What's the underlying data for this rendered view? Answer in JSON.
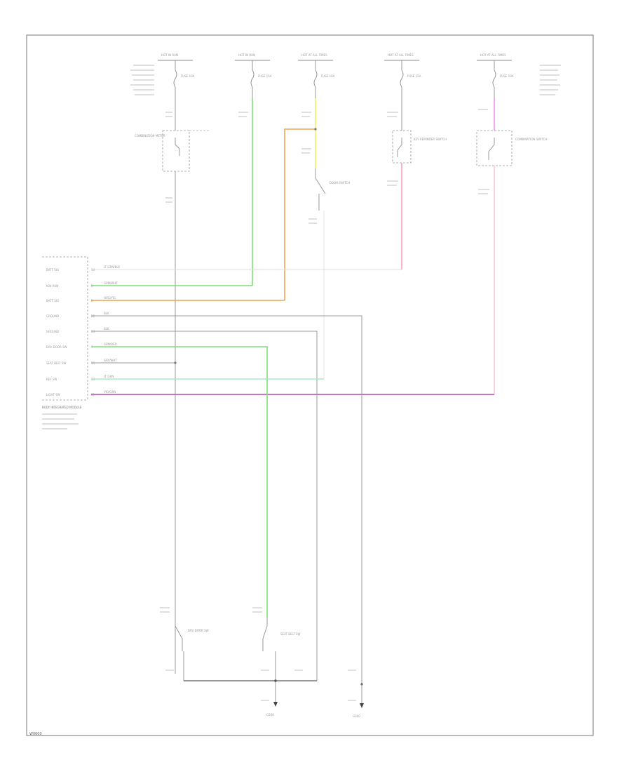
{
  "footer": {
    "code": "W0000"
  },
  "colors": {
    "frame": "#777777",
    "green": "#7fe07a",
    "orange": "#f5a050",
    "yellow": "#f0f060",
    "pink": "#f4a0b4",
    "violet": "#c060c0",
    "gray": "#999999",
    "light_pink": "#f8c8d0"
  },
  "power_sources": [
    {
      "id": "src1",
      "label": "HOT IN RUN"
    },
    {
      "id": "src2",
      "label": "HOT IN RUN"
    },
    {
      "id": "src3",
      "label": "HOT AT ALL TIMES"
    },
    {
      "id": "src4",
      "label": "HOT AT ALL TIMES"
    },
    {
      "id": "src5",
      "label": "HOT AT ALL TIMES"
    }
  ],
  "fuses": [
    {
      "id": "f1",
      "label": "FUSE 10A"
    },
    {
      "id": "f2",
      "label": "FUSE 15A"
    },
    {
      "id": "f3",
      "label": "FUSE 10A"
    },
    {
      "id": "f4",
      "label": "FUSE 15A"
    },
    {
      "id": "f5",
      "label": "FUSE 10A"
    }
  ],
  "components": {
    "combination_meter": "COMBINATION METER",
    "door_switch": "DOOR SWITCH",
    "key_reminder": "KEY REMINDER SWITCH",
    "combination_switch": "COMBINATION SWITCH"
  },
  "module": {
    "name": "BODY INTEGRATED MODULE",
    "pins": [
      {
        "label": "BATT SIG",
        "num": "13",
        "wire": "LT GRN/BLK"
      },
      {
        "label": "IGN RUN",
        "num": "9",
        "wire": "GRN/WHT"
      },
      {
        "label": "BATT SIG",
        "num": "8",
        "wire": "ORG/YEL"
      },
      {
        "label": "GROUND",
        "num": "22",
        "wire": "BLK"
      },
      {
        "label": "GROUND",
        "num": "23",
        "wire": "BLK"
      },
      {
        "label": "DRV DOOR SW",
        "num": "7",
        "wire": "GRN/RED"
      },
      {
        "label": "SEAT BELT SW",
        "num": "15",
        "wire": "GRY/WHT"
      },
      {
        "label": "KEY SW",
        "num": "18",
        "wire": "LT GRN"
      },
      {
        "label": "LIGHT SW",
        "num": "20",
        "wire": "VIO/GRN"
      }
    ]
  },
  "bottom": {
    "switch1": "DRV DOOR SW",
    "switch2": "SEAT BELT SW",
    "ground1": "G200",
    "ground2": "G300"
  }
}
